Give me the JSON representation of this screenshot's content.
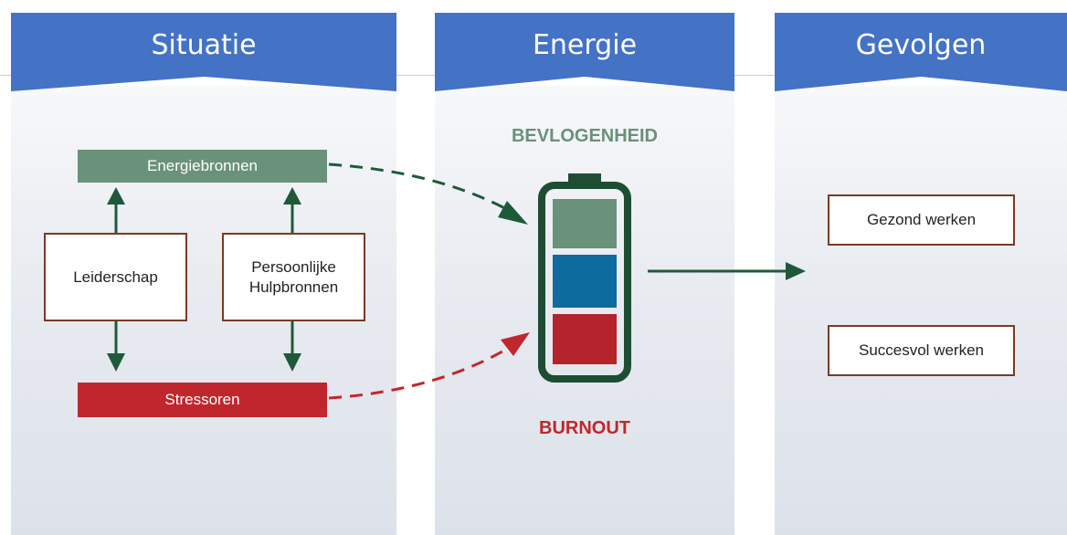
{
  "columns": [
    {
      "title": "Situatie"
    },
    {
      "title": "Energie"
    },
    {
      "title": "Gevolgen"
    }
  ],
  "situatie": {
    "energy_sources": "Energiebronnen",
    "stressors": "Stressoren",
    "leadership": "Leiderschap",
    "personal_resources_line1": "Persoonlijke",
    "personal_resources_line2": "Hulpbronnen"
  },
  "energie": {
    "top_label": "BEVLOGENHEID",
    "bottom_label": "BURNOUT",
    "battery_colors": [
      "#6a9179",
      "#0e6b9e",
      "#b5232c"
    ]
  },
  "gevolgen": {
    "outcome_1": "Gezond werken",
    "outcome_2": "Succesvol werken"
  },
  "colors": {
    "banner": "#4472c4",
    "energy_green": "#6a9179",
    "stress_red": "#c0272d",
    "arrow_dark_green": "#1e5a3a",
    "battery_outline": "#1e4d33",
    "box_border": "#7a3a24"
  }
}
